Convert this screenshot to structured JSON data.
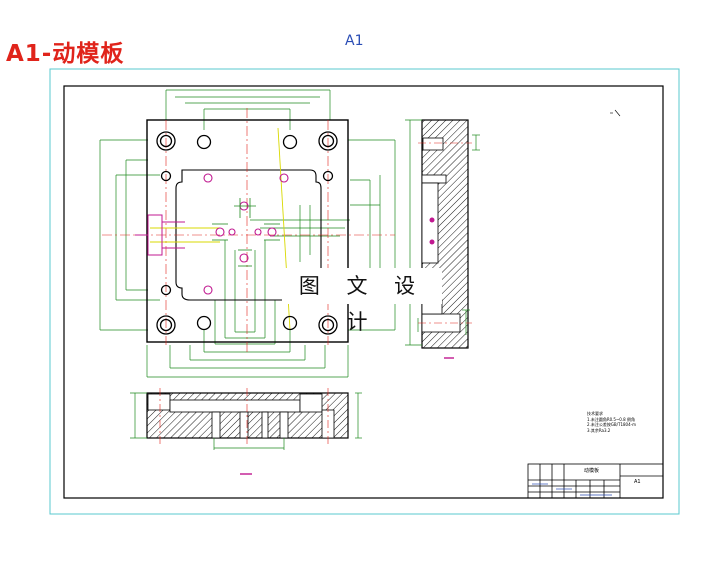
{
  "header": {
    "title": "A1-动模板",
    "sheet_label": "A1"
  },
  "watermark": {
    "text": "图 文 设 计"
  },
  "notes": {
    "heading": "技术要求",
    "lines": [
      "1.未注圆角R0.5~0.8 倒角",
      "2.未注公差按GB/T1804-m",
      "3.其余Ra3.2"
    ]
  },
  "title_block": {
    "drawing_name": "动模板",
    "code": "A1"
  },
  "colors": {
    "frame": "#000000",
    "border": "#58c8cf",
    "centerline": "#e0241b",
    "dimension": "#1f8a1f",
    "highlight": "#d9d900",
    "accent": "#c01890",
    "title_red": "#e0241b",
    "label_blue": "#2a4db5"
  },
  "icons": {
    "scale_mark": "small-scale-glyph"
  }
}
